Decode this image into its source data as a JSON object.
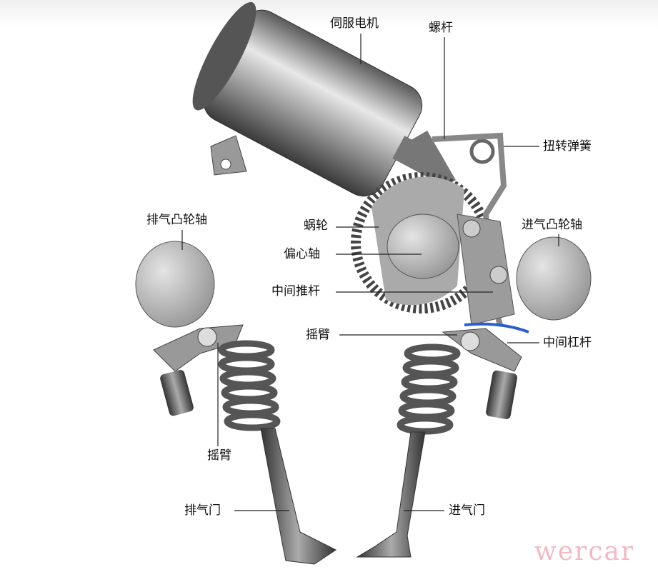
{
  "labels": {
    "servo_motor": "伺服电机",
    "worm": "螺杆",
    "torsion_spring": "扭转弹簧",
    "exhaust_camshaft": "排气凸轮轴",
    "worm_gear": "蜗轮",
    "intake_camshaft": "进气凸轮轴",
    "eccentric_shaft": "偏心轴",
    "intermediate_pushrod": "中间推杆",
    "rocker_arm_right": "摇臂",
    "intermediate_lever": "中间杠杆",
    "rocker_arm_left": "摇臂",
    "exhaust_valve": "排气门",
    "intake_valve": "进气门"
  },
  "watermark": "wercar"
}
